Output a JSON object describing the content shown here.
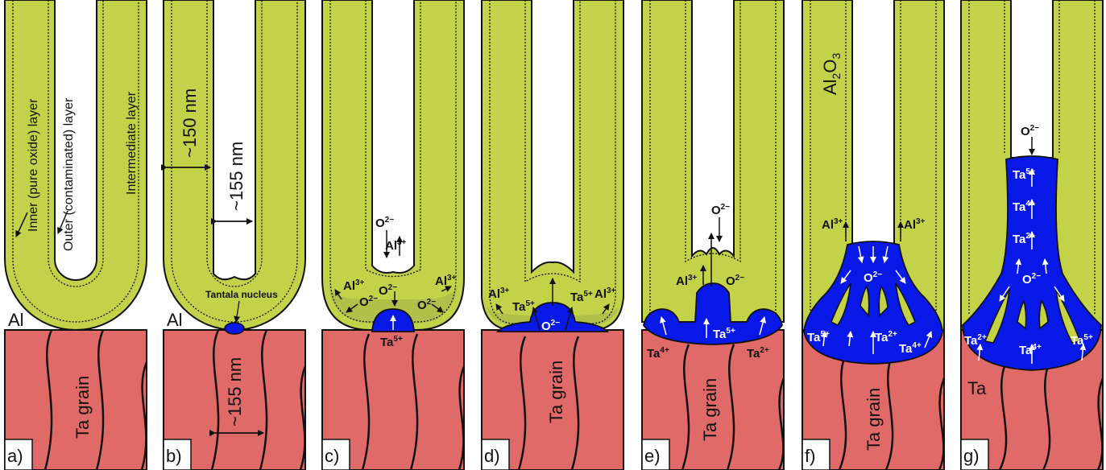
{
  "colors": {
    "oxide": "#c2d34a",
    "ta": "#e06a68",
    "tantala": "#0818e6",
    "outline": "#111111"
  },
  "panels": [
    {
      "id": "a",
      "label": "a)"
    },
    {
      "id": "b",
      "label": "b)"
    },
    {
      "id": "c",
      "label": "c)"
    },
    {
      "id": "d",
      "label": "d)"
    },
    {
      "id": "e",
      "label": "e)"
    },
    {
      "id": "f",
      "label": "f)"
    },
    {
      "id": "g",
      "label": "g)"
    }
  ],
  "text": {
    "inner_layer": "Inner (pure oxide) layer",
    "outer_layer": "Outer (contaminated) layer",
    "intermediate_layer": "Intermediate layer",
    "al": "Al",
    "ta_grain": "Ta grain",
    "ta": "Ta",
    "dim_150": "~150 nm",
    "dim_155": "~155 nm",
    "tantala_nucleus": "Tantala nucleus",
    "al2o3_a": "Al",
    "al2o3_sub2": "2",
    "al2o3_o": "O",
    "al2o3_sub3": "3"
  },
  "ions": {
    "o": "O",
    "al": "Al",
    "ta": "Ta",
    "o_charge": "2−",
    "al_charge": "3+",
    "ta5": "5+",
    "ta4": "4+",
    "ta2": "2+"
  }
}
